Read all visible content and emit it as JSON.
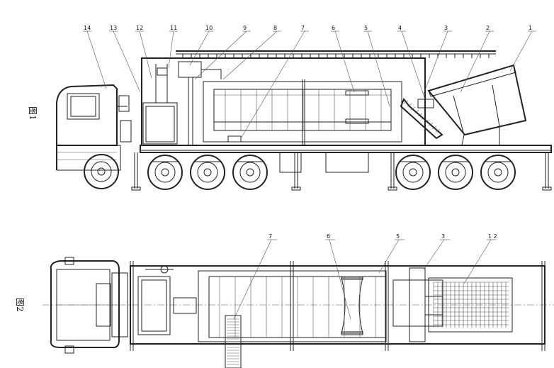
{
  "figure1": {
    "label": "图1",
    "callouts": [
      "14",
      "13",
      "12",
      "11",
      "10",
      "9",
      "8",
      "7",
      "6",
      "5",
      "4",
      "3",
      "2",
      "1"
    ]
  },
  "figure2": {
    "label": "图2",
    "callouts": [
      "7",
      "6",
      "5",
      "3",
      "1 2"
    ]
  }
}
